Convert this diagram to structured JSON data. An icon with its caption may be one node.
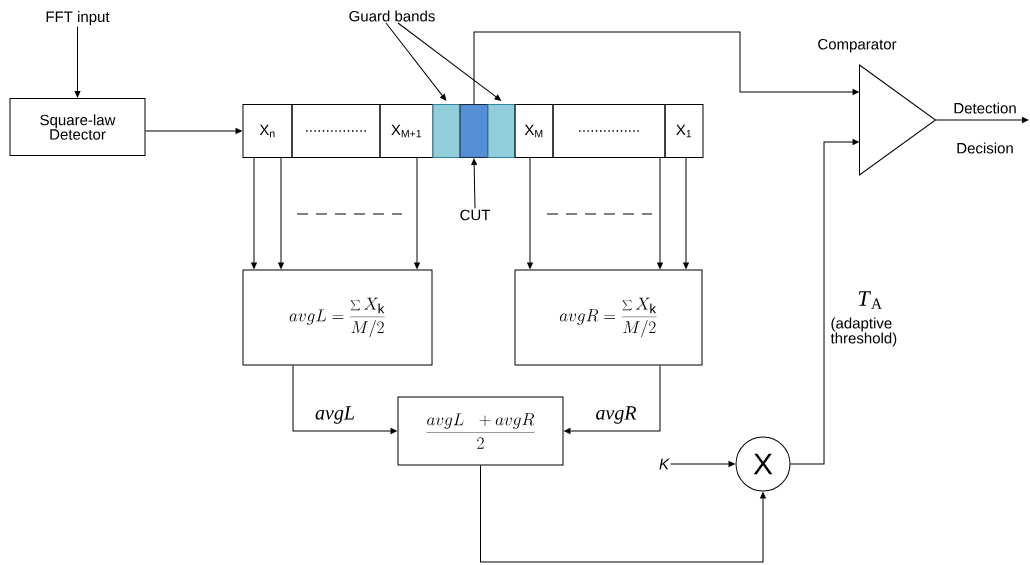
{
  "diagram": {
    "nodes": [
      {
        "text": [
          "FFT input"
        ]
      },
      {
        "text": [
          "Square-law Detector"
        ]
      },
      {
        "text": [
          "X$_{n}$"
        ]
      },
      {
        "text": [
          "..............."
        ]
      },
      {
        "text": [
          "X$_{M+1}$"
        ]
      },
      {
        "text": [],
        "shape": "box"
      },
      {
        "text": [],
        "shape": "box"
      },
      {
        "text": [],
        "shape": "box"
      },
      {
        "text": [
          "X$_{M}$"
        ]
      },
      {
        "text": [
          "..............."
        ]
      },
      {
        "text": [
          "X$_{1}$"
        ]
      },
      {
        "text": [
          "Guard bands"
        ]
      },
      {
        "text": [
          "CUT"
        ]
      },
      {
        "text": [
          "avgL=\\frac{\\sum X_{\\mathrm{k}}}{M/2}"
        ]
      },
      {
        "text": [
          "avgR=\\frac{\\sum X_{\\mathrm{k}}}{M/2}"
        ]
      },
      {
        "text": [
          "\\frac{avgL\\ \\ +avgR}{2}"
        ]
      },
      {
        "text": [
          "K"
        ]
      },
      {
        "text": [
          "X"
        ]
      },
      {
        "text": [
          "Comparator"
        ]
      }
    ],
    "edges": [
      {
        "from": 0,
        "to": 1,
        "arrow": "to"
      },
      {
        "from": 1,
        "to": 2,
        "arrow": "to"
      },
      {
        "from": 2,
        "to": 13,
        "arrow": "to"
      },
      {
        "from": 2,
        "to": 13,
        "arrow": "to"
      },
      {
        "from": 4,
        "to": 13,
        "arrow": "to"
      },
      {
        "from": 8,
        "to": 14,
        "arrow": "to"
      },
      {
        "from": 9,
        "to": 14,
        "arrow": "to"
      },
      {
        "from": 10,
        "to": 14,
        "arrow": "to"
      },
      {
        "from": 11,
        "to": 5,
        "arrow": "to"
      },
      {
        "from": 11,
        "to": 7,
        "arrow": "to"
      },
      {
        "from": 12,
        "to": 6,
        "arrow": "to"
      },
      {
        "from": 6,
        "to": 18,
        "arrow": "to"
      },
      {
        "from": 13,
        "to": 15,
        "arrow": "to",
        "label": "avgL"
      },
      {
        "from": 14,
        "to": 15,
        "arrow": "to",
        "label": "avgR"
      },
      {
        "from": 15,
        "to": 17,
        "arrow": "to"
      },
      {
        "from": 16,
        "to": 17,
        "arrow": "to"
      },
      {
        "from": 17,
        "to": 18,
        "arrow": "to",
        "label": "*T*$_{A}$"
      },
      {
        "from": 18,
        "to": null,
        "arrow": "to",
        "label": "Detection Decision"
      }
    ],
    "labels": [
      "(adaptive threshold)"
    ]
  }
}
